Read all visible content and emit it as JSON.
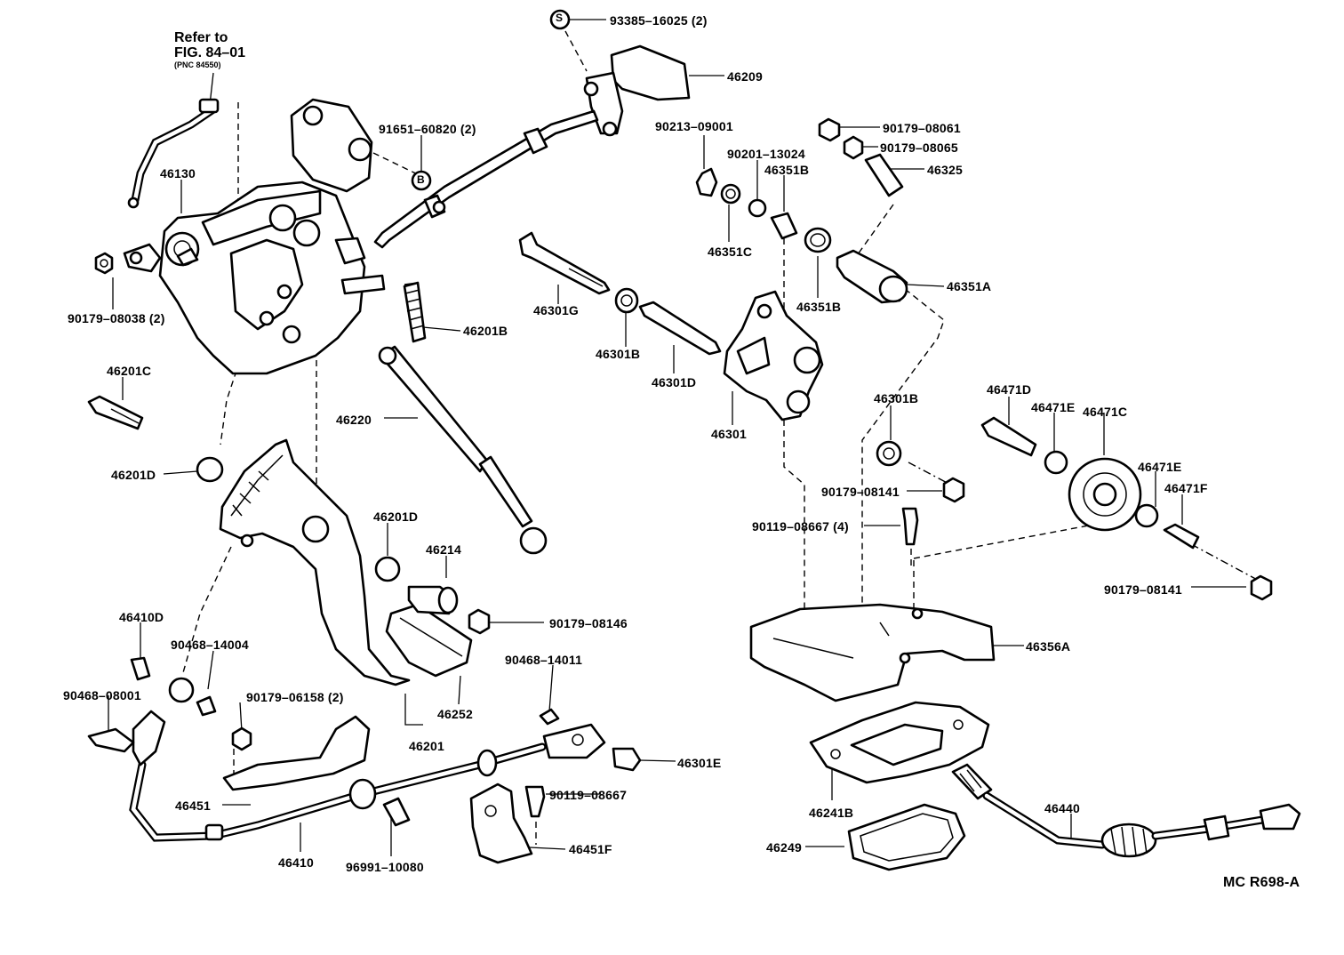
{
  "diagram": {
    "reference_note": {
      "line1": "Refer to",
      "line2": "FIG. 84–01",
      "line3": "(PNC 84550)"
    },
    "symbols": {
      "s": "S",
      "b": "B"
    },
    "code": "MC R698-A",
    "labels": {
      "p93385": "93385–16025 (2)",
      "p46209": "46209",
      "p91651": "91651–60820 (2)",
      "p90213": "90213–09001",
      "p90179_08061": "90179–08061",
      "p90179_08065": "90179–08065",
      "p90201": "90201–13024",
      "p46351B_top": "46351B",
      "p46325": "46325",
      "p46130": "46130",
      "p90179_08038": "90179–08038 (2)",
      "p46201B": "46201B",
      "p46301G": "46301G",
      "p46301B_left": "46301B",
      "p46301D": "46301D",
      "p46351C": "46351C",
      "p46351B_bottom": "46351B",
      "p46351A": "46351A",
      "p46201C": "46201C",
      "p46220": "46220",
      "p46301": "46301",
      "p46301B_right": "46301B",
      "p46471D": "46471D",
      "p46471E_top": "46471E",
      "p46471C": "46471C",
      "p46471E_mid": "46471E",
      "p46471F": "46471F",
      "p46201D_left": "46201D",
      "p90179_08141_mid": "90179–08141",
      "p46201D_center": "46201D",
      "p90119_08667_4": "90119–08667 (4)",
      "p46214": "46214",
      "p90179_08141_right": "90179–08141",
      "p90179_08146": "90179–08146",
      "p46410D": "46410D",
      "p90468_14004": "90468–14004",
      "p46356A": "46356A",
      "p90468_14011": "90468–14011",
      "p90468_08001": "90468–08001",
      "p90179_06158": "90179–06158 (2)",
      "p46252": "46252",
      "p46201": "46201",
      "p46301E": "46301E",
      "p90119_08667": "90119–08667",
      "p46451": "46451",
      "p46241B": "46241B",
      "p46440": "46440",
      "p46451F": "46451F",
      "p46410": "46410",
      "p96991": "96991–10080",
      "p46249": "46249"
    }
  }
}
